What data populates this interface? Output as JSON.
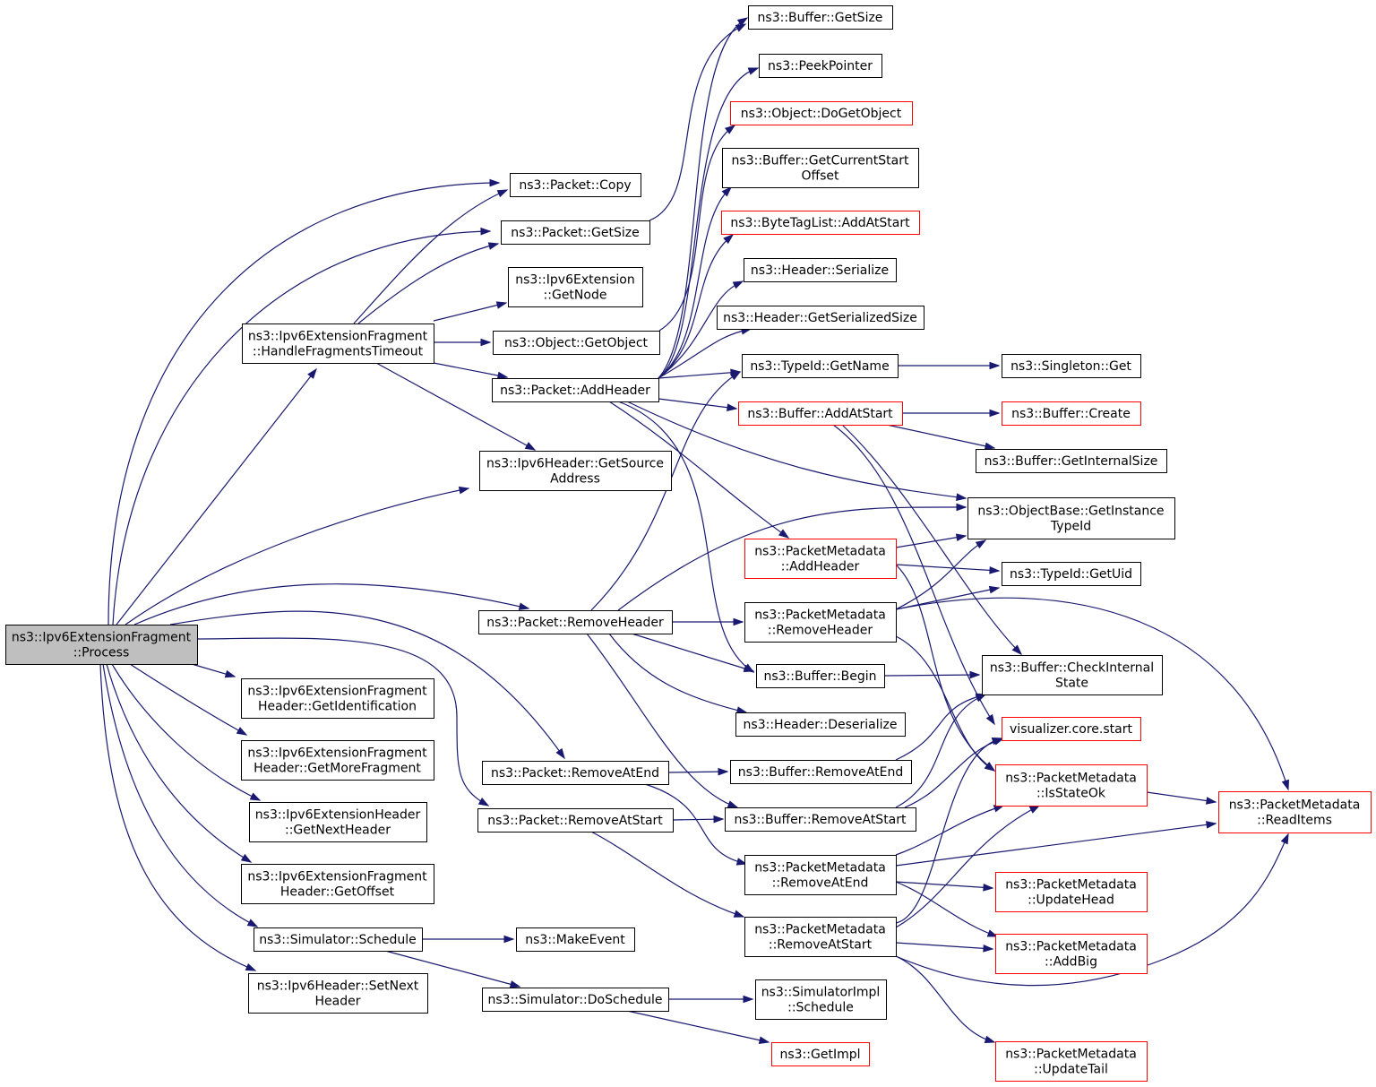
{
  "graph": {
    "colors": {
      "edge": "#191970",
      "root_fill": "#bfbfbf",
      "node_border": "#000000",
      "truncated_border": "#ff0000"
    },
    "nodes": [
      {
        "id": "process",
        "lines": [
          "ns3::Ipv6ExtensionFragment",
          "::Process"
        ],
        "root": true
      },
      {
        "id": "handleTimeout",
        "lines": [
          "ns3::Ipv6ExtensionFragment",
          "::HandleFragmentsTimeout"
        ]
      },
      {
        "id": "getIdent",
        "lines": [
          "ns3::Ipv6ExtensionFragment",
          "Header::GetIdentification"
        ]
      },
      {
        "id": "getMoreFrag",
        "lines": [
          "ns3::Ipv6ExtensionFragment",
          "Header::GetMoreFragment"
        ]
      },
      {
        "id": "getNextHeader",
        "lines": [
          "ns3::Ipv6ExtensionHeader",
          "::GetNextHeader"
        ]
      },
      {
        "id": "getOffset",
        "lines": [
          "ns3::Ipv6ExtensionFragment",
          "Header::GetOffset"
        ]
      },
      {
        "id": "schedule",
        "lines": [
          "ns3::Simulator::Schedule"
        ]
      },
      {
        "id": "setNextHeader",
        "lines": [
          "ns3::Ipv6Header::SetNext",
          "Header"
        ]
      },
      {
        "id": "pktCopy",
        "lines": [
          "ns3::Packet::Copy"
        ]
      },
      {
        "id": "pktGetSize",
        "lines": [
          "ns3::Packet::GetSize"
        ]
      },
      {
        "id": "extGetNode",
        "lines": [
          "ns3::Ipv6Extension",
          "::GetNode"
        ]
      },
      {
        "id": "objGetObject",
        "lines": [
          "ns3::Object::GetObject"
        ]
      },
      {
        "id": "pktAddHeader",
        "lines": [
          "ns3::Packet::AddHeader"
        ]
      },
      {
        "id": "getSourceAddr",
        "lines": [
          "ns3::Ipv6Header::GetSource",
          "Address"
        ]
      },
      {
        "id": "pktRemoveHeader",
        "lines": [
          "ns3::Packet::RemoveHeader"
        ]
      },
      {
        "id": "pktRemoveAtEnd",
        "lines": [
          "ns3::Packet::RemoveAtEnd"
        ]
      },
      {
        "id": "pktRemoveAtStart",
        "lines": [
          "ns3::Packet::RemoveAtStart"
        ]
      },
      {
        "id": "makeEvent",
        "lines": [
          "ns3::MakeEvent"
        ]
      },
      {
        "id": "doSchedule",
        "lines": [
          "ns3::Simulator::DoSchedule"
        ]
      },
      {
        "id": "bufGetSize",
        "lines": [
          "ns3::Buffer::GetSize"
        ]
      },
      {
        "id": "peekPointer",
        "lines": [
          "ns3::PeekPointer"
        ]
      },
      {
        "id": "doGetObject",
        "lines": [
          "ns3::Object::DoGetObject"
        ],
        "truncated": true
      },
      {
        "id": "bufGetCurStart",
        "lines": [
          "ns3::Buffer::GetCurrentStart",
          "Offset"
        ]
      },
      {
        "id": "btlAddAtStart",
        "lines": [
          "ns3::ByteTagList::AddAtStart"
        ],
        "truncated": true
      },
      {
        "id": "hdrSerialize",
        "lines": [
          "ns3::Header::Serialize"
        ]
      },
      {
        "id": "hdrGetSerSize",
        "lines": [
          "ns3::Header::GetSerializedSize"
        ]
      },
      {
        "id": "typeIdGetName",
        "lines": [
          "ns3::TypeId::GetName"
        ]
      },
      {
        "id": "bufAddAtStart",
        "lines": [
          "ns3::Buffer::AddAtStart"
        ],
        "truncated": true
      },
      {
        "id": "pmAddHeader",
        "lines": [
          "ns3::PacketMetadata",
          "::AddHeader"
        ],
        "truncated": true
      },
      {
        "id": "pmRemoveHeader",
        "lines": [
          "ns3::PacketMetadata",
          "::RemoveHeader"
        ]
      },
      {
        "id": "bufBegin",
        "lines": [
          "ns3::Buffer::Begin"
        ]
      },
      {
        "id": "hdrDeserialize",
        "lines": [
          "ns3::Header::Deserialize"
        ]
      },
      {
        "id": "bufRemoveAtEnd",
        "lines": [
          "ns3::Buffer::RemoveAtEnd"
        ]
      },
      {
        "id": "bufRemoveAtStart",
        "lines": [
          "ns3::Buffer::RemoveAtStart"
        ]
      },
      {
        "id": "pmRemoveAtEnd",
        "lines": [
          "ns3::PacketMetadata",
          "::RemoveAtEnd"
        ]
      },
      {
        "id": "pmRemoveAtStart",
        "lines": [
          "ns3::PacketMetadata",
          "::RemoveAtStart"
        ]
      },
      {
        "id": "simImplSchedule",
        "lines": [
          "ns3::SimulatorImpl",
          "::Schedule"
        ]
      },
      {
        "id": "getImpl",
        "lines": [
          "ns3::GetImpl"
        ],
        "truncated": true
      },
      {
        "id": "singletonGet",
        "lines": [
          "ns3::Singleton::Get"
        ]
      },
      {
        "id": "bufCreate",
        "lines": [
          "ns3::Buffer::Create"
        ],
        "truncated": true
      },
      {
        "id": "bufGetIntSize",
        "lines": [
          "ns3::Buffer::GetInternalSize"
        ]
      },
      {
        "id": "objBaseGetInst",
        "lines": [
          "ns3::ObjectBase::GetInstance",
          "TypeId"
        ]
      },
      {
        "id": "typeIdGetUid",
        "lines": [
          "ns3::TypeId::GetUid"
        ]
      },
      {
        "id": "bufCheckInt",
        "lines": [
          "ns3::Buffer::CheckInternal",
          "State"
        ]
      },
      {
        "id": "vizStart",
        "lines": [
          "visualizer.core.start"
        ],
        "truncated": true
      },
      {
        "id": "pmIsStateOk",
        "lines": [
          "ns3::PacketMetadata",
          "::IsStateOk"
        ],
        "truncated": true
      },
      {
        "id": "pmUpdateHead",
        "lines": [
          "ns3::PacketMetadata",
          "::UpdateHead"
        ],
        "truncated": true
      },
      {
        "id": "pmAddBig",
        "lines": [
          "ns3::PacketMetadata",
          "::AddBig"
        ],
        "truncated": true
      },
      {
        "id": "pmUpdateTail",
        "lines": [
          "ns3::PacketMetadata",
          "::UpdateTail"
        ],
        "truncated": true
      },
      {
        "id": "pmReadItems",
        "lines": [
          "ns3::PacketMetadata",
          "::ReadItems"
        ],
        "truncated": true
      }
    ],
    "edges": [
      [
        "process",
        "pktCopy"
      ],
      [
        "process",
        "pktGetSize"
      ],
      [
        "process",
        "handleTimeout"
      ],
      [
        "process",
        "getSourceAddr"
      ],
      [
        "process",
        "pktRemoveHeader"
      ],
      [
        "process",
        "pktRemoveAtEnd"
      ],
      [
        "process",
        "pktRemoveAtStart"
      ],
      [
        "process",
        "getIdent"
      ],
      [
        "process",
        "getMoreFrag"
      ],
      [
        "process",
        "getNextHeader"
      ],
      [
        "process",
        "getOffset"
      ],
      [
        "process",
        "schedule"
      ],
      [
        "process",
        "setNextHeader"
      ],
      [
        "handleTimeout",
        "pktCopy"
      ],
      [
        "handleTimeout",
        "pktGetSize"
      ],
      [
        "handleTimeout",
        "extGetNode"
      ],
      [
        "handleTimeout",
        "objGetObject"
      ],
      [
        "handleTimeout",
        "pktAddHeader"
      ],
      [
        "handleTimeout",
        "getSourceAddr"
      ],
      [
        "pktGetSize",
        "bufGetSize"
      ],
      [
        "objGetObject",
        "doGetObject"
      ],
      [
        "pktAddHeader",
        "bufGetSize"
      ],
      [
        "pktAddHeader",
        "peekPointer"
      ],
      [
        "pktAddHeader",
        "bufGetCurStart"
      ],
      [
        "pktAddHeader",
        "btlAddAtStart"
      ],
      [
        "pktAddHeader",
        "hdrSerialize"
      ],
      [
        "pktAddHeader",
        "hdrGetSerSize"
      ],
      [
        "pktAddHeader",
        "typeIdGetName"
      ],
      [
        "pktAddHeader",
        "bufAddAtStart"
      ],
      [
        "pktAddHeader",
        "pmAddHeader"
      ],
      [
        "pktAddHeader",
        "objBaseGetInst"
      ],
      [
        "pktAddHeader",
        "bufBegin"
      ],
      [
        "pktRemoveHeader",
        "typeIdGetName"
      ],
      [
        "pktRemoveHeader",
        "objBaseGetInst"
      ],
      [
        "pktRemoveHeader",
        "pmRemoveHeader"
      ],
      [
        "pktRemoveHeader",
        "bufBegin"
      ],
      [
        "pktRemoveHeader",
        "hdrDeserialize"
      ],
      [
        "pktRemoveHeader",
        "bufRemoveAtStart"
      ],
      [
        "pktRemoveAtEnd",
        "bufRemoveAtEnd"
      ],
      [
        "pktRemoveAtEnd",
        "pmRemoveAtEnd"
      ],
      [
        "pktRemoveAtStart",
        "bufRemoveAtStart"
      ],
      [
        "pktRemoveAtStart",
        "pmRemoveAtStart"
      ],
      [
        "schedule",
        "makeEvent"
      ],
      [
        "schedule",
        "doSchedule"
      ],
      [
        "doSchedule",
        "simImplSchedule"
      ],
      [
        "doSchedule",
        "getImpl"
      ],
      [
        "typeIdGetName",
        "singletonGet"
      ],
      [
        "bufAddAtStart",
        "bufCreate"
      ],
      [
        "bufAddAtStart",
        "bufGetIntSize"
      ],
      [
        "bufAddAtStart",
        "bufCheckInt"
      ],
      [
        "bufAddAtStart",
        "vizStart"
      ],
      [
        "pmAddHeader",
        "objBaseGetInst"
      ],
      [
        "pmAddHeader",
        "typeIdGetUid"
      ],
      [
        "pmAddHeader",
        "pmIsStateOk"
      ],
      [
        "pmRemoveHeader",
        "objBaseGetInst"
      ],
      [
        "pmRemoveHeader",
        "typeIdGetUid"
      ],
      [
        "pmRemoveHeader",
        "pmReadItems"
      ],
      [
        "pmRemoveHeader",
        "pmIsStateOk"
      ],
      [
        "bufBegin",
        "bufCheckInt"
      ],
      [
        "bufRemoveAtEnd",
        "bufCheckInt"
      ],
      [
        "bufRemoveAtStart",
        "bufCheckInt"
      ],
      [
        "bufRemoveAtStart",
        "vizStart"
      ],
      [
        "pmRemoveAtEnd",
        "pmIsStateOk"
      ],
      [
        "pmRemoveAtEnd",
        "pmReadItems"
      ],
      [
        "pmRemoveAtEnd",
        "pmUpdateHead"
      ],
      [
        "pmRemoveAtEnd",
        "pmAddBig"
      ],
      [
        "pmRemoveAtStart",
        "pmIsStateOk"
      ],
      [
        "pmRemoveAtStart",
        "vizStart"
      ],
      [
        "pmRemoveAtStart",
        "pmAddBig"
      ],
      [
        "pmRemoveAtStart",
        "pmReadItems"
      ],
      [
        "pmRemoveAtStart",
        "pmUpdateTail"
      ],
      [
        "pmIsStateOk",
        "pmReadItems"
      ]
    ]
  }
}
